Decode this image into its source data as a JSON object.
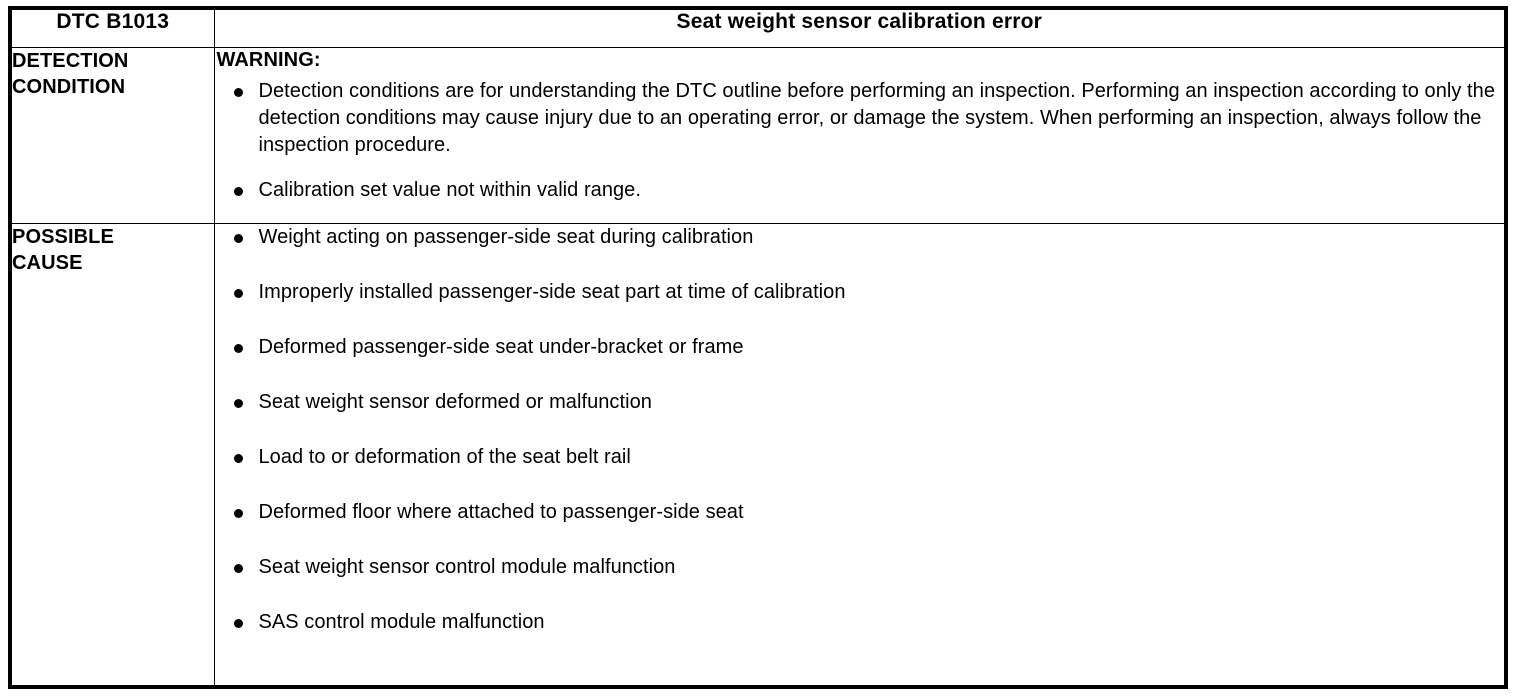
{
  "table": {
    "header": {
      "dtc_code": "DTC B1013",
      "title": "Seat weight sensor calibration error"
    },
    "rows": [
      {
        "label_line1": "DETECTION",
        "label_line2": "CONDITION",
        "warning_label": "WARNING:",
        "bullets": [
          "Detection conditions are for understanding the DTC outline before performing an inspection. Performing an inspection according to only the detection conditions may cause injury due to an operating error, or damage the system. When performing an inspection, always follow the inspection procedure.",
          "Calibration set value not within valid range."
        ]
      },
      {
        "label_line1": "POSSIBLE",
        "label_line2": "CAUSE",
        "bullets": [
          "Weight acting on passenger-side seat during calibration",
          "Improperly installed passenger-side seat part at time of calibration",
          "Deformed passenger-side seat under-bracket or frame",
          "Seat weight sensor deformed or malfunction",
          "Load to or deformation of the seat belt rail",
          "Deformed floor where attached to passenger-side seat",
          "Seat weight sensor control module malfunction",
          "SAS control module malfunction"
        ]
      }
    ]
  },
  "colors": {
    "border": "#000000",
    "text": "#000000",
    "background": "#ffffff"
  }
}
